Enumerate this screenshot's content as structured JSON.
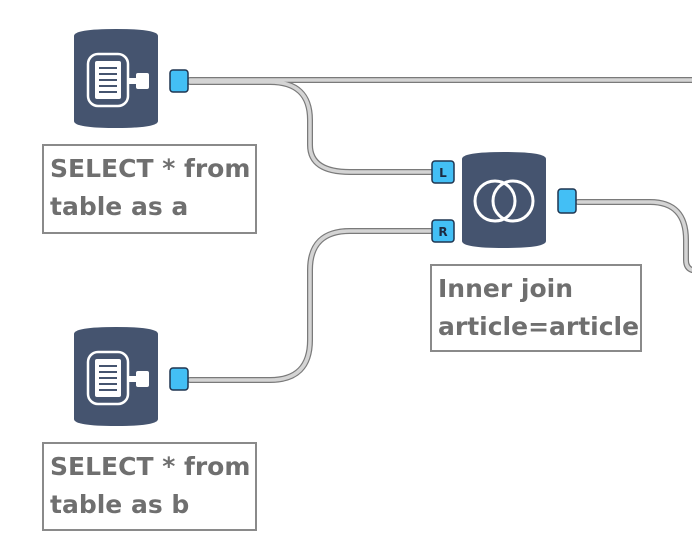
{
  "nodes": [
    {
      "id": "input-a",
      "type": "input",
      "icon": "book-icon",
      "label_lines": [
        "SELECT * from",
        "table as a"
      ]
    },
    {
      "id": "join",
      "type": "join",
      "icon": "join-rings-icon",
      "label_lines": [
        "Inner join",
        "article=article"
      ],
      "ports": {
        "left": "L",
        "right": "R"
      }
    },
    {
      "id": "input-b",
      "type": "input",
      "icon": "book-icon",
      "label_lines": [
        "SELECT * from",
        "table as b"
      ]
    }
  ],
  "colors": {
    "node": "#45546f",
    "port": "#43bff5",
    "wire": "#c8c8c8",
    "wire_outline": "#7a7a7a",
    "label_text": "#6f6f6f",
    "label_border": "#8a8a8a"
  }
}
